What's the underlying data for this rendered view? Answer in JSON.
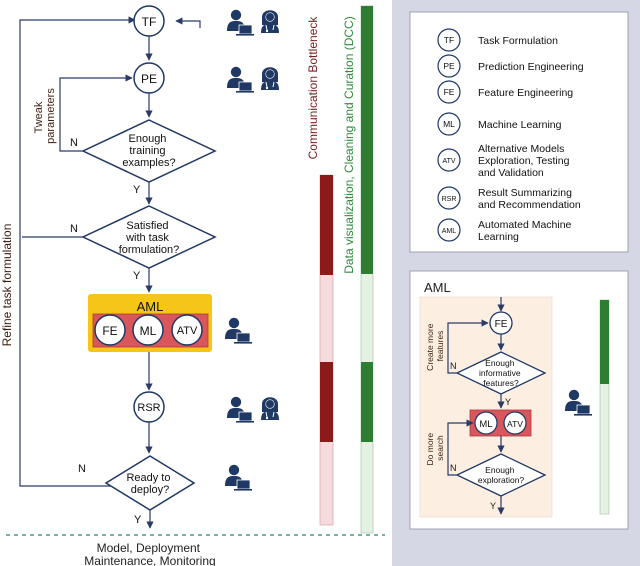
{
  "flow": {
    "tf": "TF",
    "pe": "PE",
    "decision_examples": [
      "Enough",
      "training",
      "examples?"
    ],
    "decision_satisfied": [
      "Satisfied",
      "with task",
      "formulation?"
    ],
    "decision_deploy": [
      "Ready to",
      "deploy?"
    ],
    "yes": "Y",
    "no": "N",
    "aml_title": "AML",
    "fe": "FE",
    "ml": "ML",
    "atv": "ATV",
    "rsr": "RSR",
    "tweak": [
      "Tweak",
      "parameters"
    ],
    "refine": "Refine task formulation",
    "deployment": [
      "Model, Deployment",
      "Maintenance, Monitoring"
    ]
  },
  "bars": {
    "communication": "Communication Bottleneck",
    "dcc": "Data visualization, Cleaning and Curation (DCC)"
  },
  "legend": {
    "items": [
      {
        "abbr": "TF",
        "label": [
          "Task Formulation"
        ]
      },
      {
        "abbr": "PE",
        "label": [
          "Prediction Engineering"
        ]
      },
      {
        "abbr": "FE",
        "label": [
          "Feature Engineering"
        ]
      },
      {
        "abbr": "ML",
        "label": [
          "Machine Learning"
        ]
      },
      {
        "abbr": "ATV",
        "label": [
          "Alternative Models",
          "Exploration, Testing",
          "and Validation"
        ]
      },
      {
        "abbr": "RSR",
        "label": [
          "Result Summarizing",
          "and Recommendation"
        ]
      },
      {
        "abbr": "AML",
        "label": [
          "Automated Machine",
          "Learning"
        ]
      }
    ]
  },
  "aml_panel": {
    "title": "AML",
    "fe": "FE",
    "ml": "ML",
    "atv": "ATV",
    "decision_features": [
      "Enough",
      "informative",
      "features?"
    ],
    "decision_exploration": [
      "Enough",
      "exploration?"
    ],
    "loop_features": [
      "Create more",
      "features"
    ],
    "loop_search": [
      "Do more",
      "search"
    ],
    "yes": "Y",
    "no": "N"
  },
  "colors": {
    "node_stroke": "#1f3864",
    "arrow": "#2b3a67",
    "aml_gold": "#f5c518",
    "aml_red": "#d9565c",
    "comm_dark": "#8b1a1a",
    "comm_light": "#f5dcdc",
    "dcc_dark": "#2e7d32",
    "dcc_light": "#e3f2e3",
    "panel_bg": "#d5d8e4",
    "text_dark": "#3d1f10",
    "comm_label": "#7a1f1f",
    "dcc_label": "#2e8b3a"
  }
}
